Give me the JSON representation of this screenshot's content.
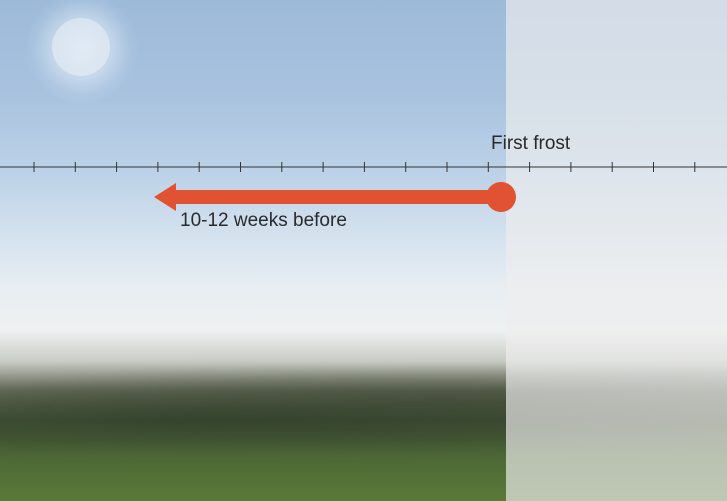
{
  "labels": {
    "first_frost": "First frost",
    "weeks_before": "10-12 weeks before"
  },
  "colors": {
    "arrow": "#e15233",
    "axis": "#333333",
    "frost_overlay": "#eeeeee"
  },
  "timeline": {
    "tick_count": 17,
    "arrow_direction": "left"
  }
}
